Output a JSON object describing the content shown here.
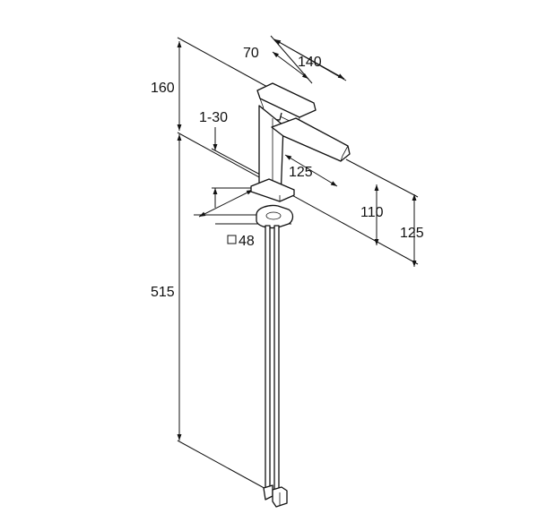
{
  "dimensions": {
    "lever_width": "70",
    "spout_reach": "140",
    "tap_height": "160",
    "deck_thickness": "1-30",
    "spout_depth": "125",
    "spout_height": "110",
    "overall_height": "125",
    "base_square": "48",
    "hose_length": "515"
  }
}
